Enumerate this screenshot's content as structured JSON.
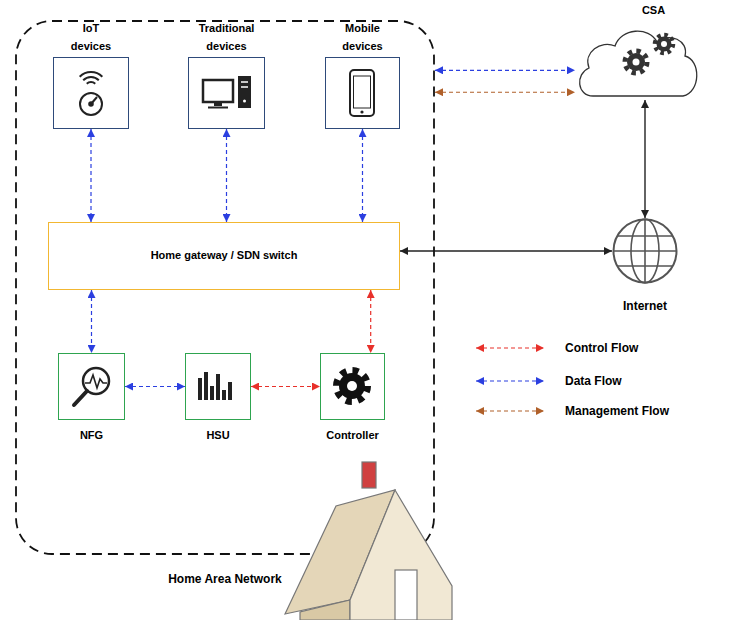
{
  "diagram": {
    "nodes": [
      {
        "text": [
          "Home Area Network"
        ]
      },
      {
        "text": [
          "IoT devices"
        ],
        "in": 0
      },
      {
        "text": [
          "Traditional devices"
        ],
        "in": 0
      },
      {
        "text": [
          "Mobile devices"
        ],
        "in": 0
      },
      {
        "text": [
          "Home gateway / SDN switch"
        ],
        "in": 0
      },
      {
        "text": [
          "NFG"
        ],
        "in": 0
      },
      {
        "text": [
          "HSU"
        ],
        "in": 0
      },
      {
        "text": [
          "Controller"
        ],
        "in": 0
      },
      {
        "text": [
          "CSA"
        ]
      },
      {
        "text": [
          "Internet"
        ]
      }
    ],
    "edges": [
      {
        "from": 1,
        "to": 4,
        "arrow": "both"
      },
      {
        "from": 2,
        "to": 4,
        "arrow": "both"
      },
      {
        "from": 3,
        "to": 4,
        "arrow": "both"
      },
      {
        "from": 4,
        "to": 5,
        "arrow": "both"
      },
      {
        "from": 4,
        "to": 7,
        "arrow": "both"
      },
      {
        "from": 5,
        "to": 6,
        "arrow": "both"
      },
      {
        "from": 6,
        "to": 7,
        "arrow": "both"
      },
      {
        "from": 0,
        "to": 8,
        "arrow": "both"
      },
      {
        "from": 0,
        "to": 8,
        "arrow": "both"
      },
      {
        "from": 8,
        "to": 9,
        "arrow": "both"
      },
      {
        "from": 4,
        "to": 9,
        "arrow": "both"
      }
    ],
    "legend": [
      {
        "text": "Control Flow"
      },
      {
        "text": "Data Flow"
      },
      {
        "text": "Management Flow"
      }
    ]
  }
}
